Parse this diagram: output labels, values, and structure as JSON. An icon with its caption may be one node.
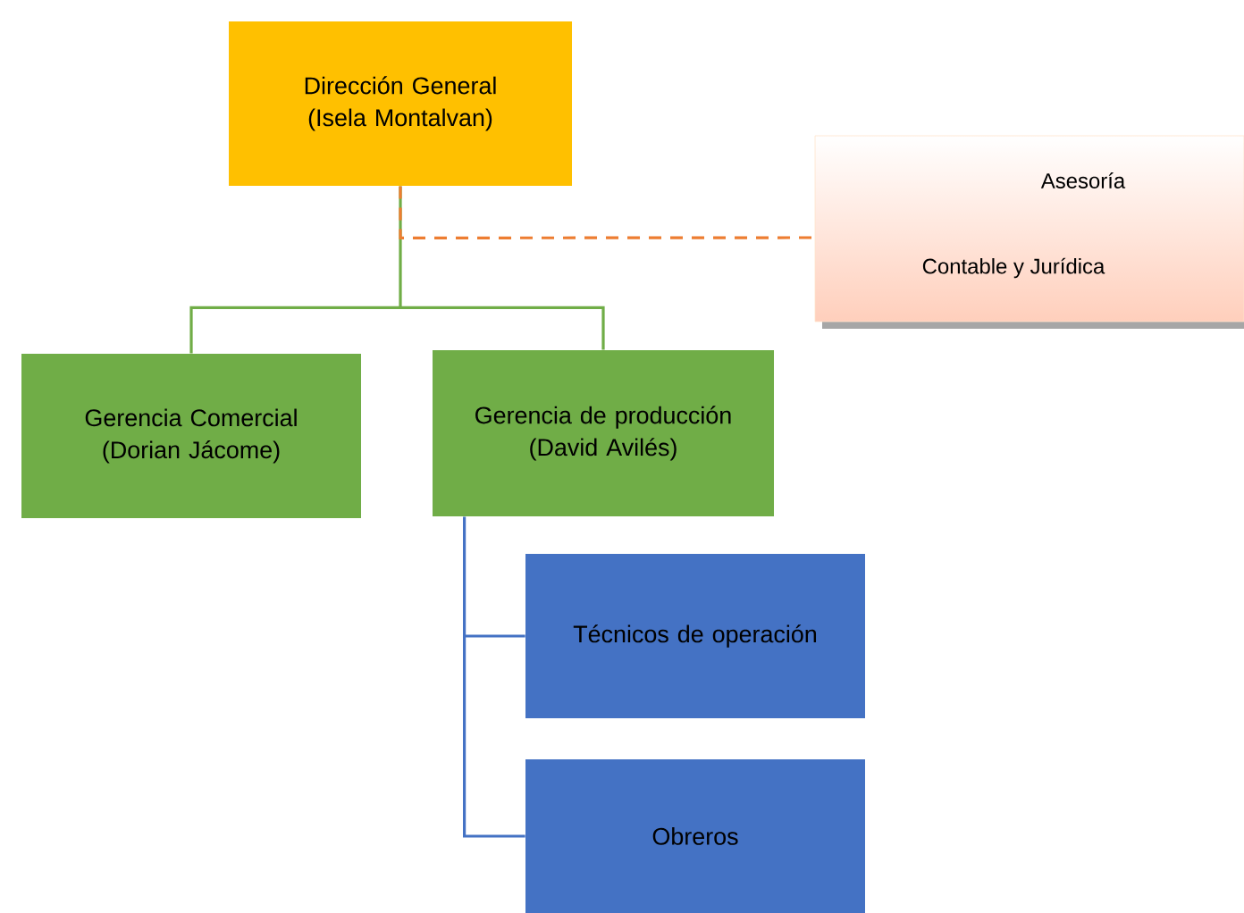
{
  "diagram": {
    "nodes": [
      {
        "text": [
          "Dirección General (Isela Montalvan)"
        ]
      },
      {
        "text": [
          "Asesoría",
          "Contable y Jurídica"
        ]
      },
      {
        "text": [
          "Gerencia Comercial (Dorian Jácome)"
        ]
      },
      {
        "text": [
          "Gerencia de producción (David Avilés)"
        ]
      },
      {
        "text": [
          "Técnicos de operación"
        ]
      },
      {
        "text": [
          "Obreros"
        ]
      }
    ],
    "edges": [
      {
        "from": 0,
        "to": 2,
        "arrow": "none",
        "color": "#70ad47"
      },
      {
        "from": 0,
        "to": 3,
        "arrow": "none",
        "color": "#70ad47"
      },
      {
        "from": 0,
        "to": 1,
        "arrow": "none",
        "style": "dashed",
        "color": "#ed7d31"
      },
      {
        "from": 3,
        "to": 4,
        "arrow": "none",
        "color": "#4472c4"
      },
      {
        "from": 3,
        "to": 5,
        "arrow": "none",
        "color": "#4472c4"
      }
    ]
  }
}
